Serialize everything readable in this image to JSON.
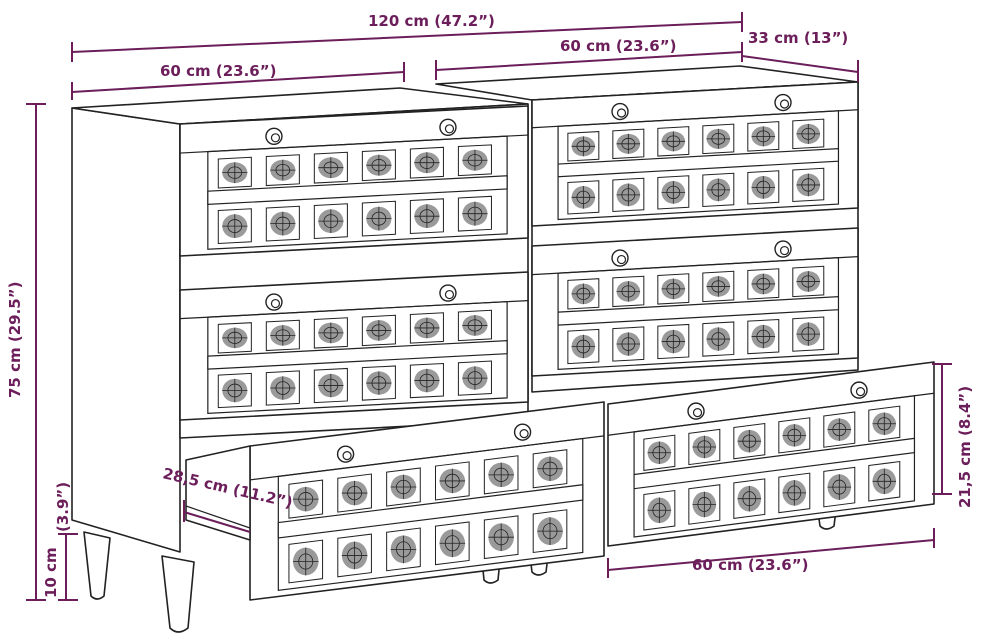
{
  "colors": {
    "dimension": "#6b1e5a",
    "outline": "#222222",
    "tile_pattern": "#9a9a9a",
    "background": "#ffffff"
  },
  "dimensions": {
    "total_width": "120 cm (47.2”)",
    "unit_width_top_left": "60 cm (23.6”)",
    "unit_width_top_right": "60 cm (23.6”)",
    "depth": "33 cm (13”)",
    "height": "75 cm (29.5”)",
    "leg_height": "10 cm",
    "leg_height_in": "(3.9”)",
    "drawer_height": "21,5 cm (8.4”)",
    "drawer_depth": "28,5 cm (11.2”)",
    "drawer_width": "60 cm (23.6”)"
  }
}
